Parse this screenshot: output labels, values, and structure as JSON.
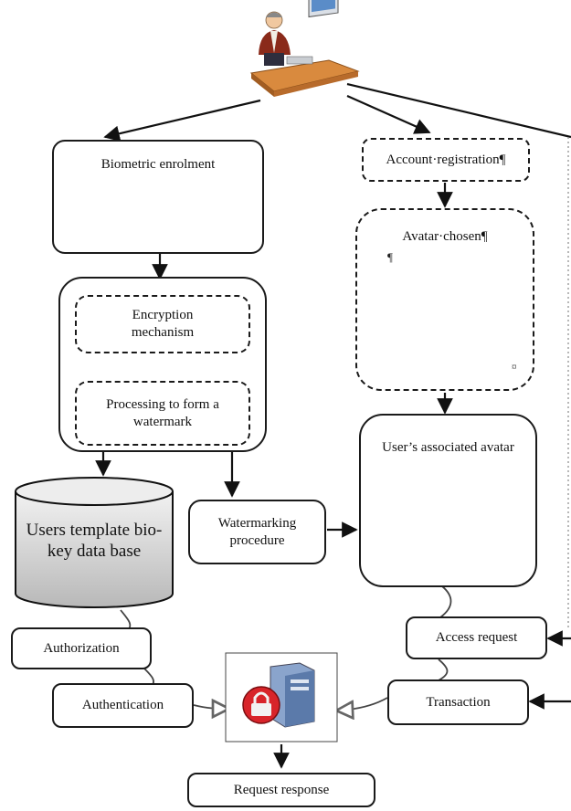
{
  "nodes": {
    "biometric_enrolment": "Biometric enrolment",
    "account_registration": "Account·registration¶",
    "avatar_chosen": "Avatar·chosen¶",
    "encryption_mechanism": "Encryption mechanism",
    "processing_watermark": "Processing to form a watermark",
    "users_template_db": "Users template bio-key data base",
    "watermarking_procedure": "Watermarking procedure",
    "users_associated_avatar": "User’s associated avatar",
    "access_request": "Access request",
    "authorization": "Authorization",
    "authentication": "Authentication",
    "transaction": "Transaction",
    "request_response": "Request response"
  },
  "marks": {
    "pilcrow": "¶",
    "endmark": "¤"
  },
  "icons": {
    "top": "user-at-computer-icon",
    "fingerprints": "fingerprint-icon",
    "avatars": "avatar-figures-icon",
    "face": "avatar-face-icon",
    "server": "secure-server-icon"
  }
}
